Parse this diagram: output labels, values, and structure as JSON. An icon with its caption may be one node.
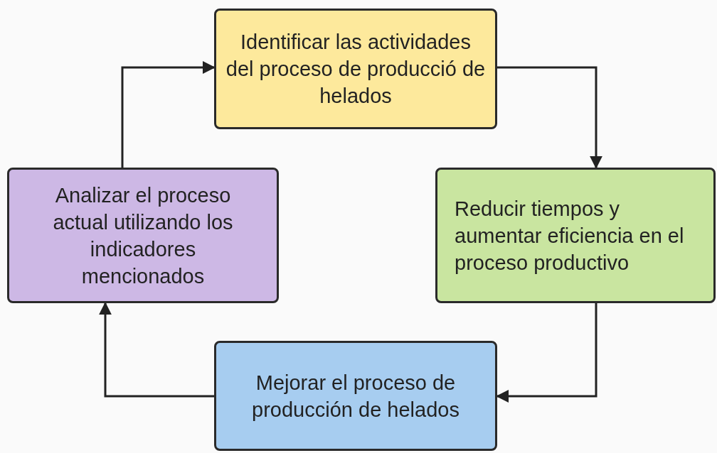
{
  "diagram": {
    "nodes": [
      {
        "text": [
          "Identificar las actividades del proceso de producció de helados"
        ]
      },
      {
        "text": [
          "Reducir tiempos y aumentar eficiencia en el proceso productivo"
        ]
      },
      {
        "text": [
          "Mejorar el proceso de producción de helados"
        ]
      },
      {
        "text": [
          "Analizar el proceso actual utilizando los indicadores mencionados"
        ]
      }
    ],
    "edges": [
      {
        "from": 0,
        "to": 1,
        "arrow": "to"
      },
      {
        "from": 1,
        "to": 2,
        "arrow": "to"
      },
      {
        "from": 2,
        "to": 3,
        "arrow": "to"
      },
      {
        "from": 3,
        "to": 0,
        "arrow": "to"
      }
    ]
  }
}
